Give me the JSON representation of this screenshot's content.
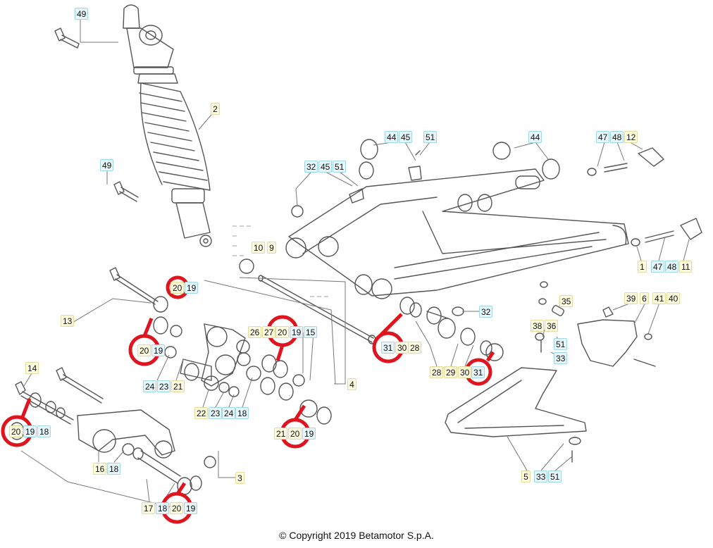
{
  "copyright": "© Copyright 2019 Betamotor S.p.A.",
  "colors": {
    "yellow_label": "#fdfbe0",
    "cyan_label": "#e6f6fb",
    "highlight": "#e0141e",
    "line": "#555555"
  },
  "callouts": [
    {
      "text": "49",
      "style": "c"
    },
    {
      "text": "2",
      "style": "y"
    },
    {
      "text": "49",
      "style": "c"
    },
    {
      "text": "44",
      "style": "c"
    },
    {
      "text": "45",
      "style": "c"
    },
    {
      "text": "51",
      "style": "c"
    },
    {
      "text": "44",
      "style": "c"
    },
    {
      "text": "47",
      "style": "c"
    },
    {
      "text": "48",
      "style": "c"
    },
    {
      "text": "12",
      "style": "y"
    },
    {
      "text": "32",
      "style": "c"
    },
    {
      "text": "45",
      "style": "c"
    },
    {
      "text": "51",
      "style": "c"
    },
    {
      "text": "10",
      "style": "y"
    },
    {
      "text": "9",
      "style": "y"
    },
    {
      "text": "1",
      "style": "y"
    },
    {
      "text": "47",
      "style": "c"
    },
    {
      "text": "48",
      "style": "c"
    },
    {
      "text": "11",
      "style": "y"
    },
    {
      "text": "20",
      "style": "y"
    },
    {
      "text": "19",
      "style": "c"
    },
    {
      "text": "32",
      "style": "c"
    },
    {
      "text": "35",
      "style": "y"
    },
    {
      "text": "39",
      "style": "y"
    },
    {
      "text": "6",
      "style": "y"
    },
    {
      "text": "41",
      "style": "y"
    },
    {
      "text": "40",
      "style": "y"
    },
    {
      "text": "13",
      "style": "y"
    },
    {
      "text": "26",
      "style": "y"
    },
    {
      "text": "27",
      "style": "y"
    },
    {
      "text": "20",
      "style": "y"
    },
    {
      "text": "19",
      "style": "c"
    },
    {
      "text": "15",
      "style": "c"
    },
    {
      "text": "20",
      "style": "y"
    },
    {
      "text": "19",
      "style": "c"
    },
    {
      "text": "31",
      "style": "c"
    },
    {
      "text": "30",
      "style": "y"
    },
    {
      "text": "28",
      "style": "y"
    },
    {
      "text": "38",
      "style": "y"
    },
    {
      "text": "36",
      "style": "y"
    },
    {
      "text": "51",
      "style": "c"
    },
    {
      "text": "33",
      "style": "c"
    },
    {
      "text": "14",
      "style": "y"
    },
    {
      "text": "24",
      "style": "c"
    },
    {
      "text": "23",
      "style": "c"
    },
    {
      "text": "21",
      "style": "y"
    },
    {
      "text": "28",
      "style": "y"
    },
    {
      "text": "29",
      "style": "y"
    },
    {
      "text": "30",
      "style": "y"
    },
    {
      "text": "31",
      "style": "c"
    },
    {
      "text": "4",
      "style": "y"
    },
    {
      "text": "22",
      "style": "y"
    },
    {
      "text": "23",
      "style": "c"
    },
    {
      "text": "24",
      "style": "c"
    },
    {
      "text": "18",
      "style": "c"
    },
    {
      "text": "20",
      "style": "y"
    },
    {
      "text": "19",
      "style": "c"
    },
    {
      "text": "18",
      "style": "c"
    },
    {
      "text": "21",
      "style": "y"
    },
    {
      "text": "20",
      "style": "y"
    },
    {
      "text": "19",
      "style": "c"
    },
    {
      "text": "16",
      "style": "y"
    },
    {
      "text": "18",
      "style": "c"
    },
    {
      "text": "3",
      "style": "y"
    },
    {
      "text": "5",
      "style": "y"
    },
    {
      "text": "33",
      "style": "c"
    },
    {
      "text": "51",
      "style": "c"
    },
    {
      "text": "17",
      "style": "y"
    },
    {
      "text": "18",
      "style": "c"
    },
    {
      "text": "20",
      "style": "y"
    },
    {
      "text": "19",
      "style": "c"
    }
  ]
}
